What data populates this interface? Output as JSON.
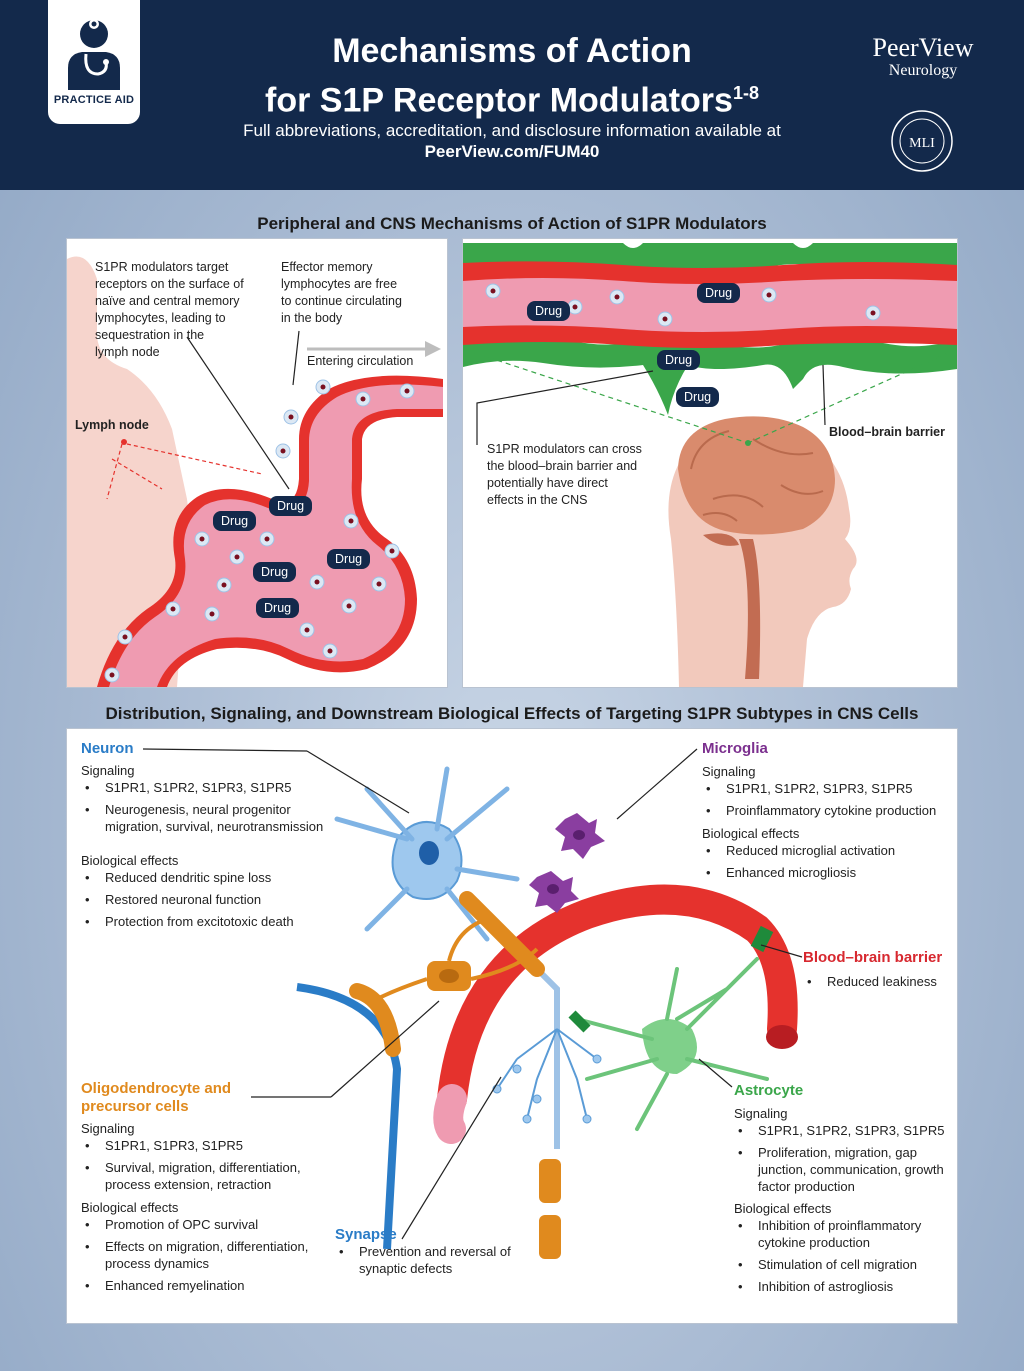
{
  "header": {
    "badge_label": "PRACTICE AID",
    "title_line1": "Mechanisms of Action",
    "title_line2": "for S1P Receptor Modulators",
    "title_sup": "1-8",
    "subtitle_line1": "Full abbreviations, accreditation, and disclosure information available at",
    "subtitle_link": "PeerView.com/FUM40",
    "brand_name": "PeerView",
    "brand_sub": "Neurology",
    "seal_text": "MLI"
  },
  "peripheral": {
    "section_title": "Peripheral and CNS Mechanisms of Action of S1PR Modulators",
    "text_sequestration": [
      "S1PR modulators target",
      "receptors on the surface of",
      "naïve and central memory",
      "lymphocytes, leading to",
      "sequestration in the",
      "lymph node"
    ],
    "text_effector": [
      "Effector memory",
      "lymphocytes are free",
      "to continue circulating",
      "in the body"
    ],
    "entering_circulation": "Entering circulation",
    "lymph_node_label": "Lymph node",
    "drug_label": "Drug",
    "text_bbb_cross": [
      "S1PR modulators can cross",
      "the blood–brain barrier and",
      "potentially have direct",
      "effects in the CNS"
    ],
    "bbb_label": "Blood–brain barrier"
  },
  "cns": {
    "section_title": "Distribution, Signaling, and Downstream Biological Effects of Targeting S1PR Subtypes in CNS Cells",
    "signaling_label": "Signaling",
    "biological_label": "Biological effects",
    "neuron": {
      "title": "Neuron",
      "color": "#2a7cc7",
      "signaling": [
        "S1PR1, S1PR2, S1PR3, S1PR5",
        "Neurogenesis, neural progenitor migration, survival, neurotransmission"
      ],
      "effects": [
        "Reduced dendritic spine loss",
        "Restored neuronal function",
        "Protection from excitotoxic death"
      ]
    },
    "microglia": {
      "title": "Microglia",
      "color": "#7b2f8e",
      "signaling": [
        "S1PR1, S1PR2, S1PR3, S1PR5",
        "Proinflammatory cytokine production"
      ],
      "effects": [
        "Reduced microglial activation",
        "Enhanced microgliosis"
      ]
    },
    "bbb": {
      "title": "Blood–brain barrier",
      "color": "#d7282f",
      "effects": [
        "Reduced leakiness"
      ]
    },
    "oligo": {
      "title_line1": "Oligodendrocyte and",
      "title_line2": "precursor cells",
      "color": "#e08a1e",
      "signaling": [
        "S1PR1, S1PR3, S1PR5",
        "Survival, migration, differentiation, process extension, retraction"
      ],
      "effects": [
        "Promotion of OPC survival",
        "Effects on migration, differentiation, process dynamics",
        "Enhanced remyelination"
      ]
    },
    "synapse": {
      "title": "Synapse",
      "color": "#2a7cc7",
      "effects": [
        "Prevention and reversal of synaptic defects"
      ]
    },
    "astrocyte": {
      "title": "Astrocyte",
      "color": "#3aa64a",
      "signaling": [
        "S1PR1, S1PR2, S1PR3, S1PR5",
        "Proliferation, migration, gap junction, communication, growth factor production"
      ],
      "effects": [
        "Inhibition of proinflammatory cytokine production",
        "Stimulation of cell migration",
        "Inhibition of astrogliosis"
      ]
    }
  },
  "colors": {
    "navy": "#13294b",
    "vessel_red": "#e5322d",
    "vessel_pink": "#ef9bb1",
    "barrier_green": "#3aa64a"
  }
}
